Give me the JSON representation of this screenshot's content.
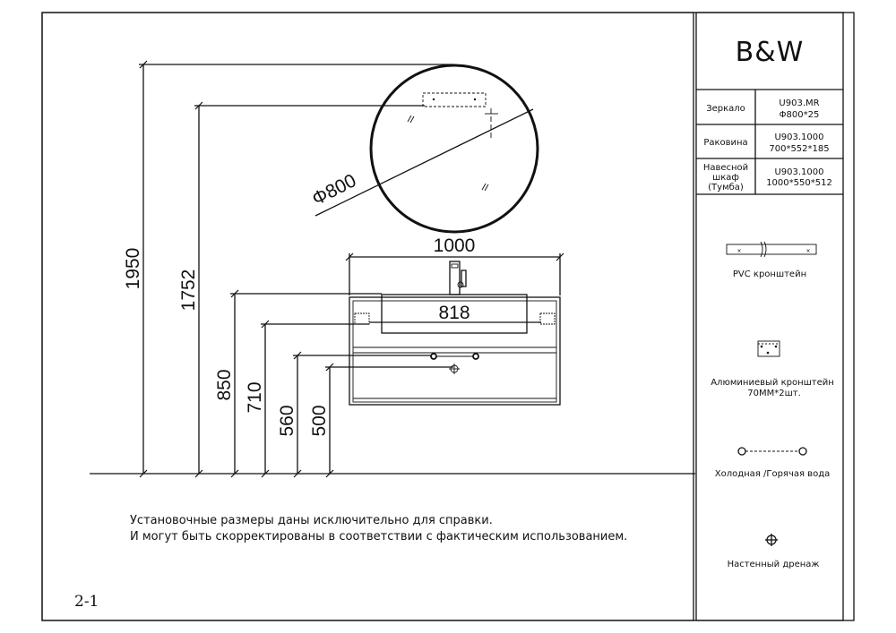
{
  "brand": "B&W",
  "spec_table": [
    {
      "item": "Зеркало",
      "model": "U903.MR",
      "size": "Φ800*25"
    },
    {
      "item": "Раковина",
      "model": "U903.1000",
      "size": "700*552*185"
    },
    {
      "item_lines": [
        "Навесной",
        "шкаф",
        "(Тумба)"
      ],
      "model": "U903.1000",
      "size": "1000*550*512"
    }
  ],
  "legend": {
    "pvc_bracket": "PVC кронштейн",
    "alu_bracket": [
      "Алюминиевый кронштейн",
      "70MM*2шт."
    ],
    "water": "Холодная /Горячая вода",
    "drain": "Настенный дренаж"
  },
  "dimensions": {
    "mirror_diameter": "Φ800",
    "cabinet_width": "1000",
    "basin_width": "818",
    "h_mirror_top": "1950",
    "h_mirror_mount": "1752",
    "h_cabinet_top": "850",
    "h_bracket": "710",
    "h_water": "560",
    "h_drain": "500"
  },
  "notes": [
    "Установочные размеры даны исключительно для справки.",
    "И могут быть скорректированы в соответствии с фактическим использованием."
  ],
  "page_number": "2-1"
}
